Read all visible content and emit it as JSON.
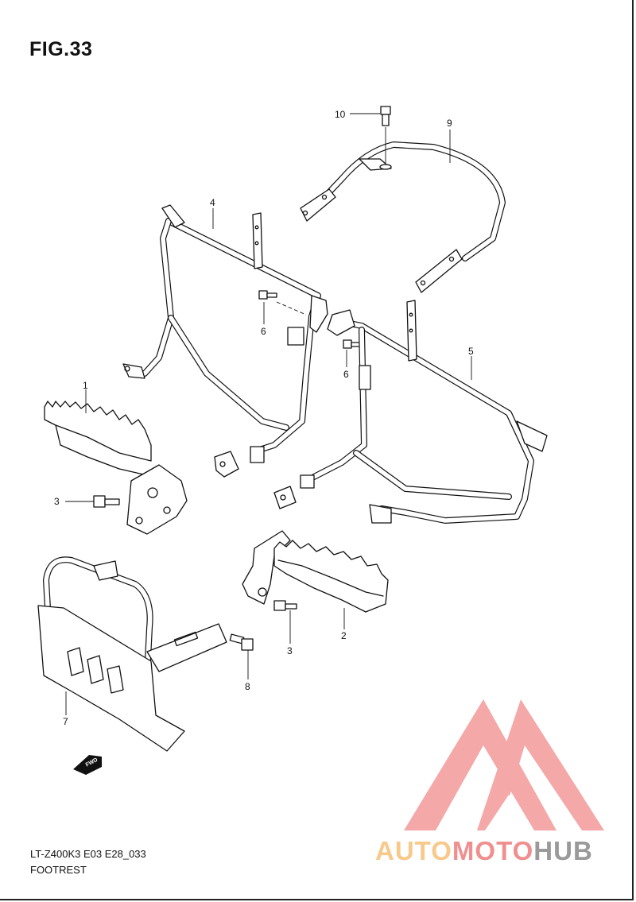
{
  "figure": {
    "title": "FIG.33",
    "code": "LT-Z400K3 E03 E28_033",
    "caption": "FOOTREST",
    "fwd_arrow": "FWD"
  },
  "callouts": [
    {
      "id": "1",
      "label": "1"
    },
    {
      "id": "2",
      "label": "2"
    },
    {
      "id": "3a",
      "label": "3"
    },
    {
      "id": "3b",
      "label": "3"
    },
    {
      "id": "4",
      "label": "4"
    },
    {
      "id": "5",
      "label": "5"
    },
    {
      "id": "6a",
      "label": "6"
    },
    {
      "id": "6b",
      "label": "6"
    },
    {
      "id": "7",
      "label": "7"
    },
    {
      "id": "8",
      "label": "8"
    },
    {
      "id": "9",
      "label": "9"
    },
    {
      "id": "10",
      "label": "10"
    }
  ],
  "watermark": {
    "part1": "AUTO",
    "part2": "MOTO",
    "part3": "HUB",
    "colors": {
      "auto": "#f7c98a",
      "moto": "#ef8f8f",
      "hub": "#9a9a9a",
      "logo": "#f39a9a"
    }
  }
}
